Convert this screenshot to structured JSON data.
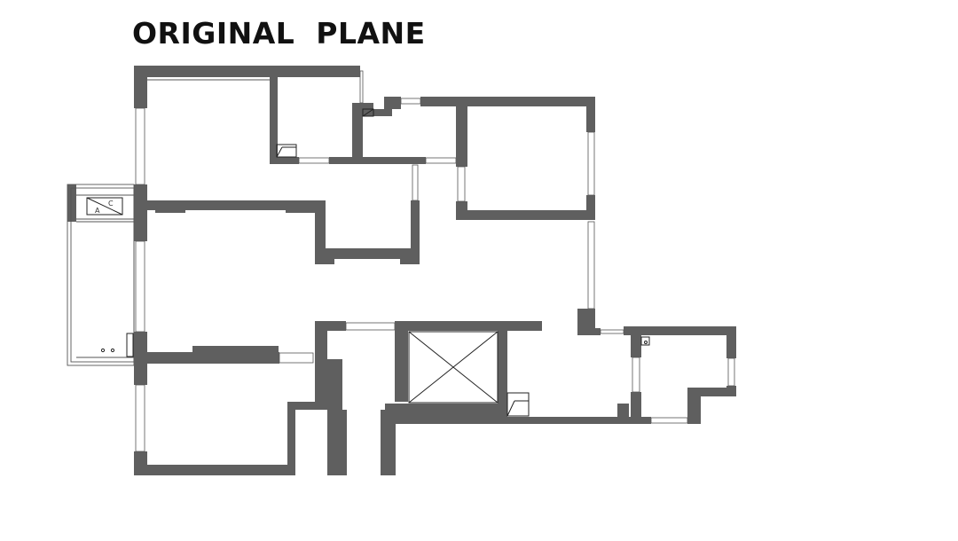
{
  "title": "ORIGINAL  PLANE",
  "ac_unit": {
    "label_left": "A",
    "label_right": "C"
  },
  "colors": {
    "wall": "#5f5f5f",
    "window": "#ffffff",
    "line": "#555555",
    "title": "#111111"
  }
}
